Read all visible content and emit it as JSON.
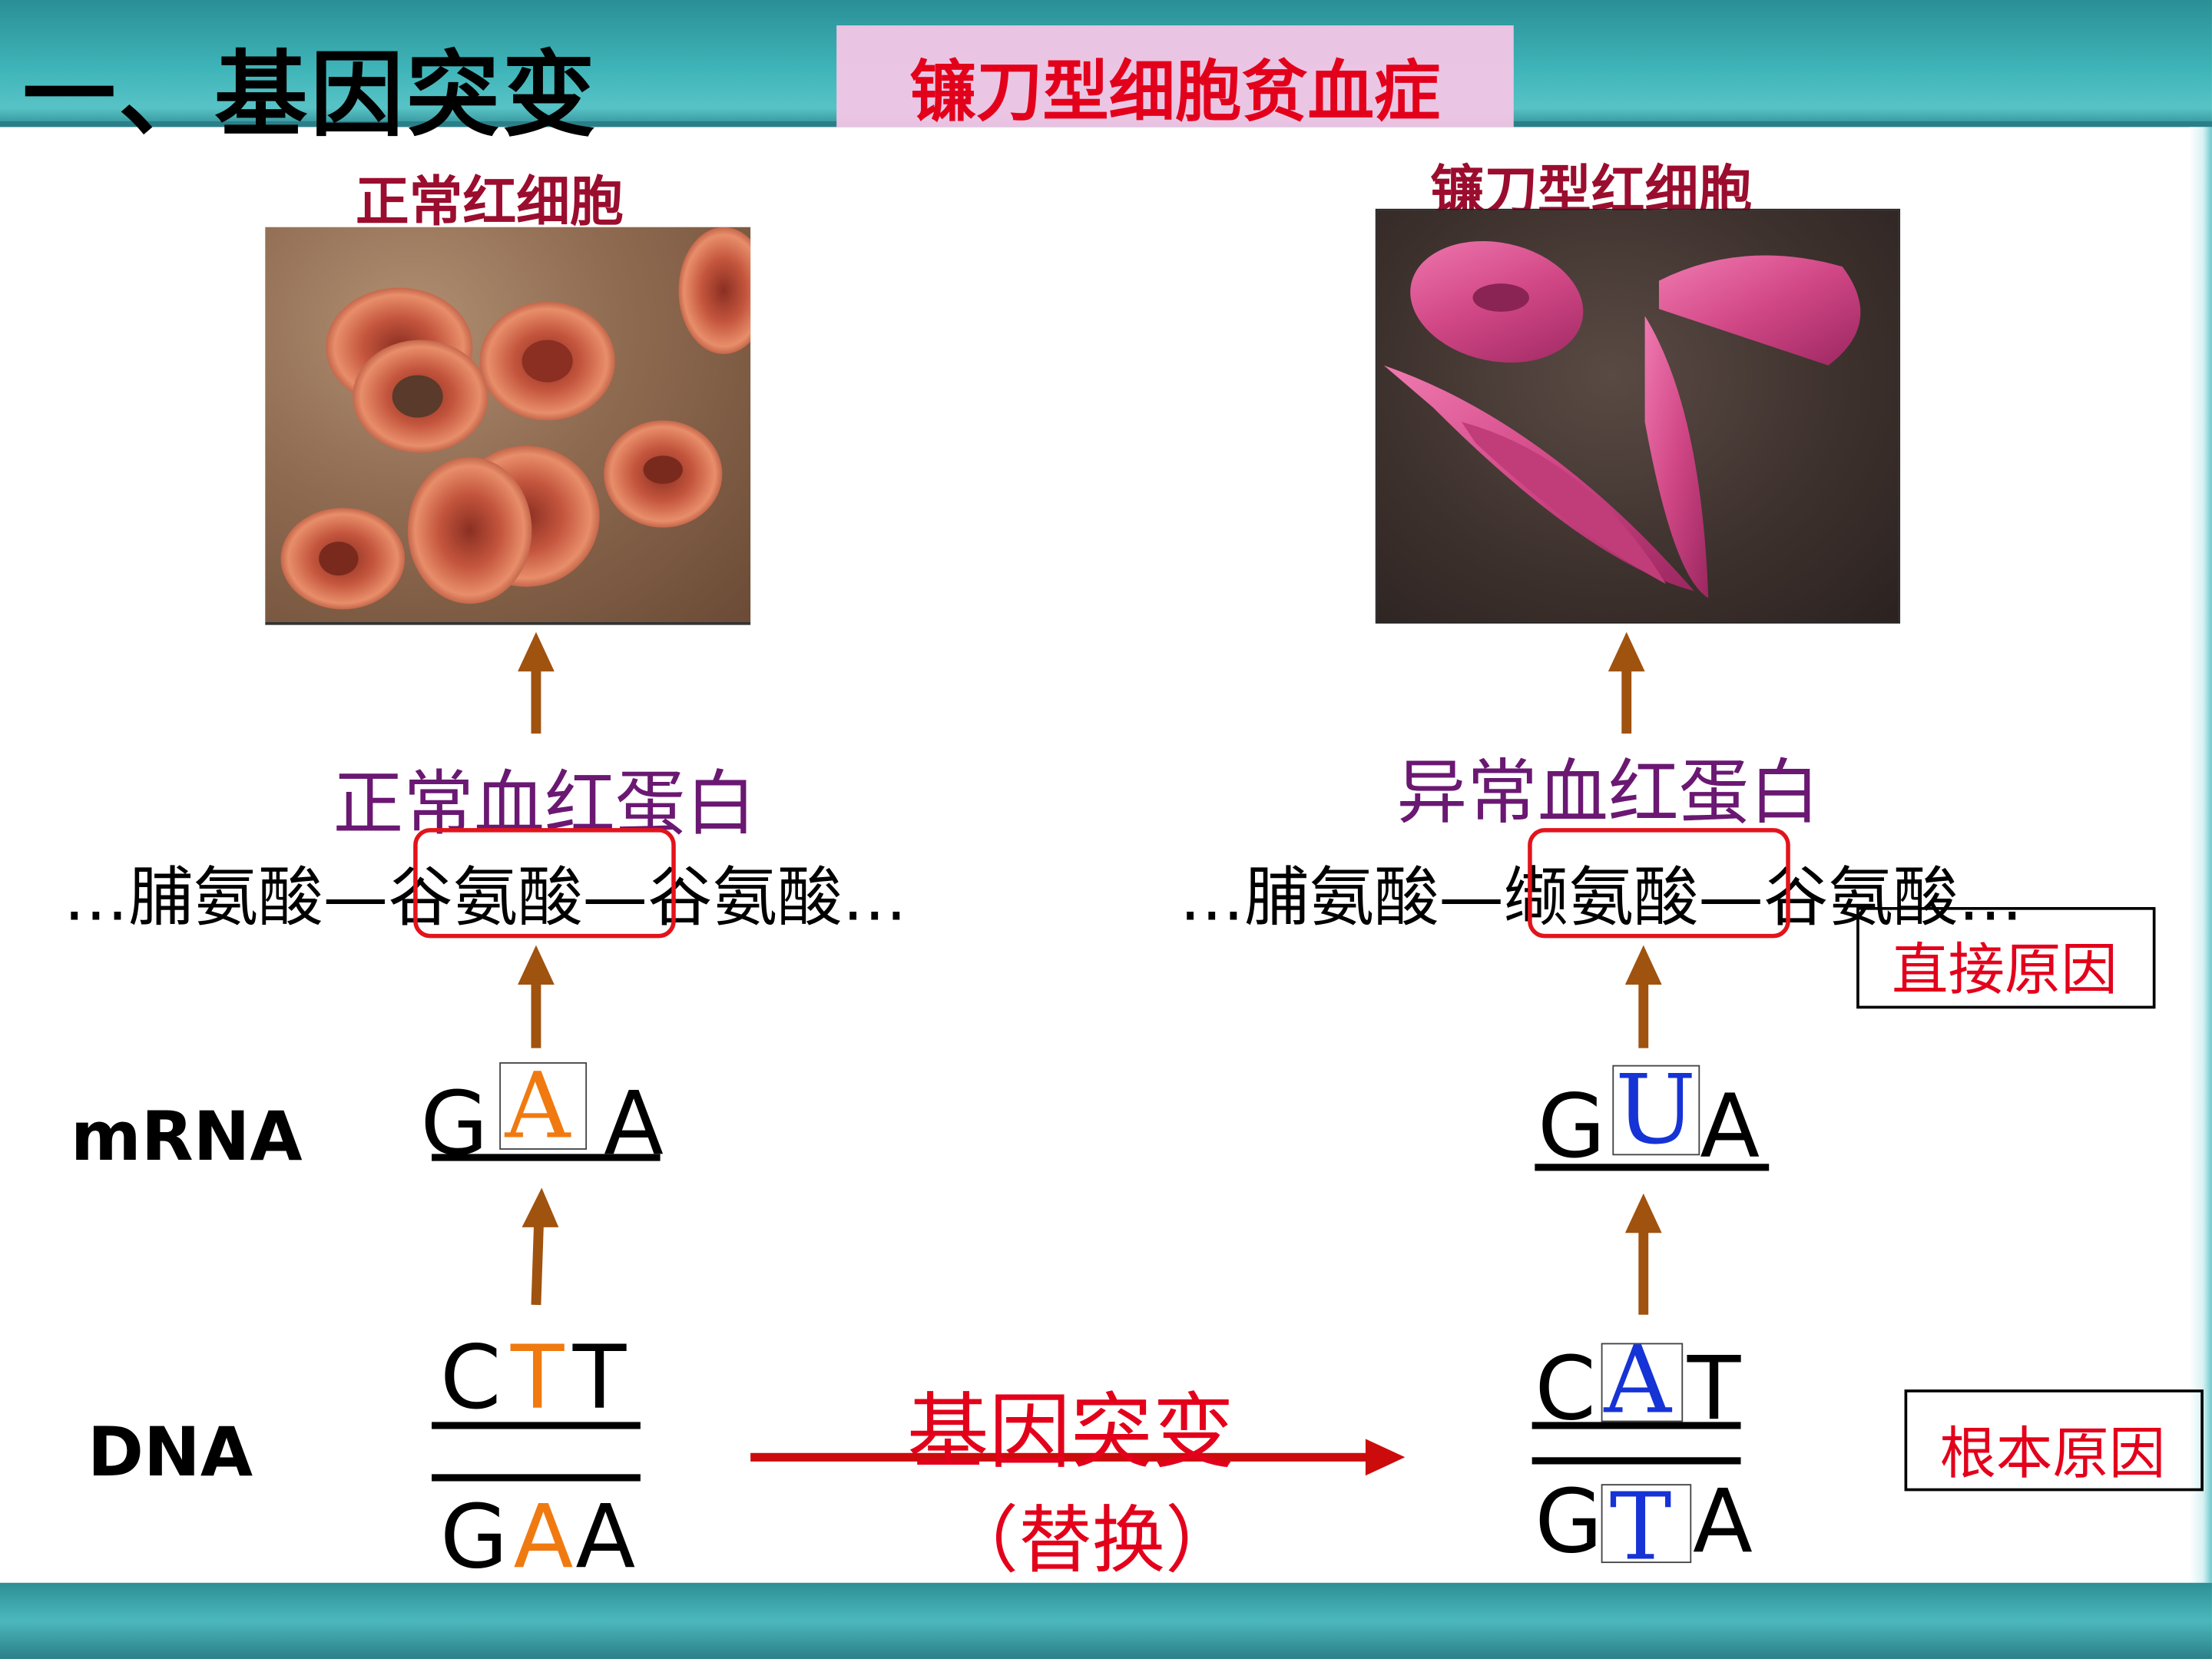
{
  "header": {
    "section_title": "一、基因突变",
    "topic": "镰刀型细胞贫血症"
  },
  "left": {
    "caption": "正常红细胞",
    "protein": "正常血红蛋白",
    "amino_prefix": "…脯氨酸—",
    "amino_highlight": "谷氨酸",
    "amino_suffix": "—谷氨酸…",
    "mrna": [
      "G",
      "A",
      "A"
    ],
    "dna_top": [
      "C",
      "T",
      "T"
    ],
    "dna_bottom": [
      "G",
      "A",
      "A"
    ]
  },
  "right": {
    "caption": "镰刀型红细胞",
    "protein": "异常血红蛋白",
    "amino_prefix": "…脯氨酸—",
    "amino_highlight": "缬氨酸",
    "amino_suffix": "—谷氨酸…",
    "mrna": [
      "G",
      "U",
      "A"
    ],
    "dna_top": [
      "C",
      "A",
      "T"
    ],
    "dna_bottom": [
      "G",
      "T",
      "A"
    ],
    "direct_reason": "直接原因",
    "root_reason": "根本原因"
  },
  "row_labels": {
    "mrna": "mRNA",
    "dna": "DNA"
  },
  "mutation": {
    "label": "基因突变",
    "sub": "（替换）"
  },
  "colors": {
    "arrow": "#a0520f",
    "mutation_arrow": "#cc0c0c",
    "highlight_orange": "#f07a10",
    "highlight_blue": "#1633d6",
    "protein_text": "#6a1872",
    "caption_text": "#9b0d2e",
    "box_red": "#e3131b"
  }
}
